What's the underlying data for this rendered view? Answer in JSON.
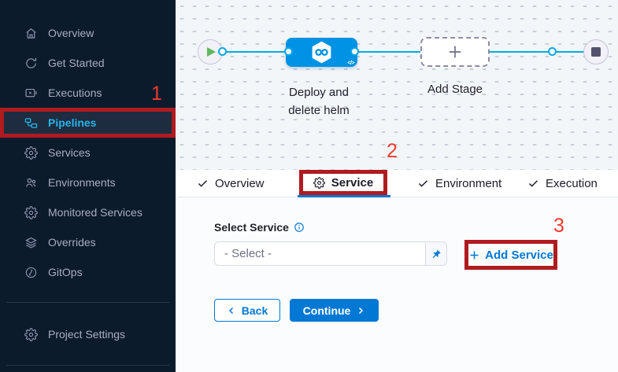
{
  "sidebar": {
    "items": [
      {
        "label": "Overview",
        "icon": "home-icon"
      },
      {
        "label": "Get Started",
        "icon": "restart-arrow-icon"
      },
      {
        "label": "Executions",
        "icon": "play-square-icon"
      },
      {
        "label": "Pipelines",
        "icon": "pipelines-icon",
        "active": true
      },
      {
        "label": "Services",
        "icon": "gear-icon"
      },
      {
        "label": "Environments",
        "icon": "group-icon"
      },
      {
        "label": "Monitored Services",
        "icon": "gear-pulse-icon"
      },
      {
        "label": "Overrides",
        "icon": "layers-icon"
      },
      {
        "label": "GitOps",
        "icon": "gitops-globe-icon"
      }
    ],
    "project_settings_label": "Project Settings"
  },
  "annotations": {
    "step1": "1",
    "step2": "2",
    "step3": "3"
  },
  "pipeline": {
    "stage_label_line1": "Deploy and",
    "stage_label_line2": "delete helm",
    "stage_code_icon": "</>",
    "add_stage_label": "Add Stage"
  },
  "tabs": [
    {
      "label": "Overview",
      "icon": "check-icon"
    },
    {
      "label": "Service",
      "icon": "gear-icon",
      "active": true
    },
    {
      "label": "Environment",
      "icon": "check-icon"
    },
    {
      "label": "Execution",
      "icon": "check-icon"
    }
  ],
  "form": {
    "select_label": "Select Service",
    "select_placeholder": "- Select -",
    "add_service_label": "Add Service",
    "back_label": "Back",
    "continue_label": "Continue"
  },
  "colors": {
    "sidebar_bg": "#0b1b2c",
    "sidebar_active_text": "#25b3e8",
    "accent_blue": "#0278d5",
    "stage_blue": "#0092e4",
    "connector_cyan": "#00ade4",
    "annotation_box_red": "#b01b20",
    "annotation_number_red": "#ef3b31",
    "start_play_green": "#5fb85f",
    "stop_square_gray": "#52536b"
  }
}
